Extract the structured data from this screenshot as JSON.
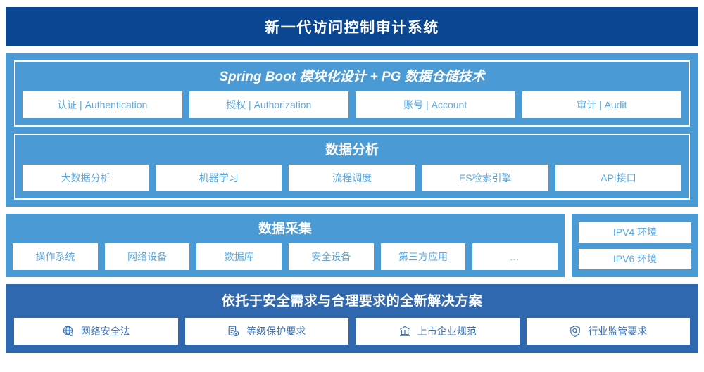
{
  "header": {
    "title": "新一代访问控制审计系统",
    "bg": "#0b4693"
  },
  "colors": {
    "light_blue": "#4a9ad5",
    "dark_blue": "#3068b0",
    "navy": "#0b4693",
    "chip_text": "#5ba8de",
    "bottom_chip_text": "#3a6fb5"
  },
  "sections": {
    "platform": {
      "title": "Spring Boot 模块化设计 + PG 数据仓储技术",
      "chips": [
        {
          "label": "认证 | Authentication"
        },
        {
          "label": "授权 | Authorization"
        },
        {
          "label": "账号 | Account"
        },
        {
          "label": "审计 | Audit"
        }
      ]
    },
    "analysis": {
      "title": "数据分析",
      "chips": [
        {
          "label": "大数据分析"
        },
        {
          "label": "机器学习"
        },
        {
          "label": "流程调度"
        },
        {
          "label": "ES检索引擎"
        },
        {
          "label": "API接口"
        }
      ]
    },
    "collection": {
      "title": "数据采集",
      "chips": [
        {
          "label": "操作系统"
        },
        {
          "label": "网络设备"
        },
        {
          "label": "数据库"
        },
        {
          "label": "安全设备"
        },
        {
          "label": "第三方应用"
        },
        {
          "label": "…"
        }
      ],
      "environments": [
        {
          "label": "IPV4 环境"
        },
        {
          "label": "IPV6 环境"
        }
      ]
    },
    "compliance": {
      "title": "依托于安全需求与合理要求的全新解决方案",
      "chips": [
        {
          "label": "网络安全法",
          "icon": "globe-icon"
        },
        {
          "label": "等级保护要求",
          "icon": "document-check-icon"
        },
        {
          "label": "上市企业规范",
          "icon": "bank-icon"
        },
        {
          "label": "行业监管要求",
          "icon": "shield-search-icon"
        }
      ]
    }
  }
}
